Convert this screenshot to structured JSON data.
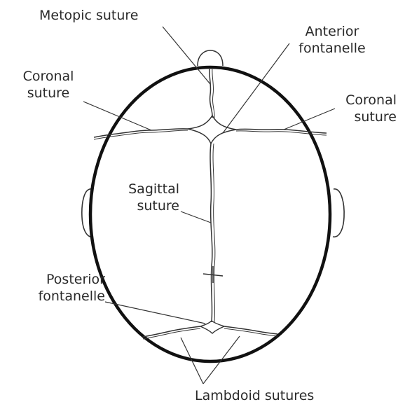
{
  "labels": {
    "metopic": "Metopic suture",
    "anterior_line1": "Anterior",
    "anterior_line2": "fontanelle",
    "coronal_left_line1": "Coronal",
    "coronal_left_line2": "suture",
    "coronal_right_line1": "Coronal",
    "coronal_right_line2": "suture",
    "sagittal_line1": "Sagittal",
    "sagittal_line2": "suture",
    "posterior_line1": "Posterior",
    "posterior_line2": "fontanelle",
    "lambdoid": "Lambdoid sutures"
  },
  "colors": {
    "outline": "#111111",
    "suture": "#333333",
    "leader": "#333333",
    "text": "#2a2a2a"
  }
}
